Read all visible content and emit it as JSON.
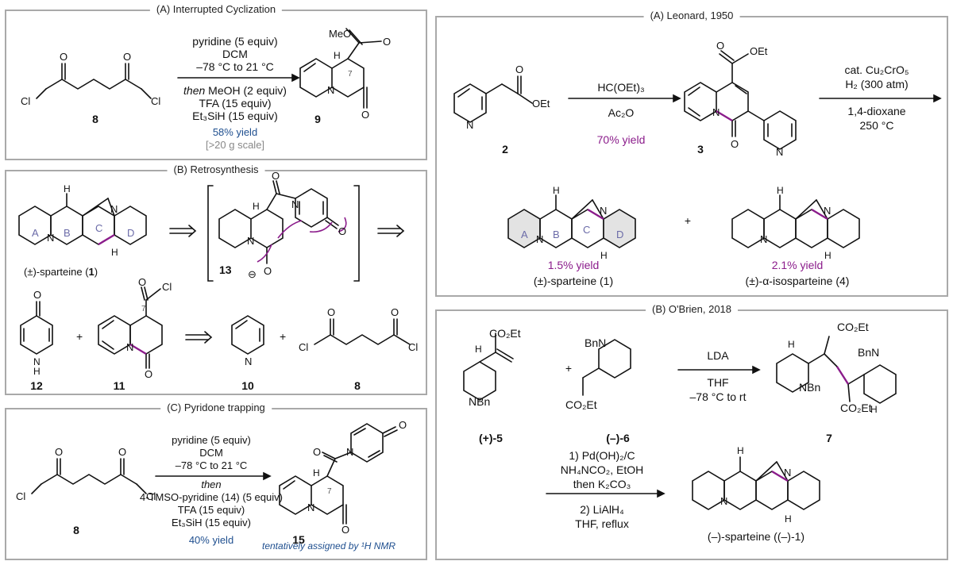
{
  "panel_a1": {
    "title": "(A) Interrupted Cyclization",
    "cond_1": "pyridine (5 equiv)",
    "cond_2": "DCM",
    "cond_3": "–78 °C to 21 °C",
    "cond_4_then": "then",
    "cond_4_rest": "MeOH (2 equiv)",
    "cond_5": "TFA (15 equiv)",
    "cond_6": "Et₃SiH (15 equiv)",
    "yield": "58% yield",
    "scale": "[>20 g scale]",
    "sm_label": "8",
    "product_label": "9",
    "ester": "MeO",
    "stereo": "7"
  },
  "panel_b1": {
    "title": "(B) Retrosynthesis",
    "target_name": "(±)-sparteine (",
    "target_num": "1",
    "target_close": ")",
    "ring_a": "A",
    "ring_b": "B",
    "ring_c": "C",
    "ring_d": "D",
    "intermediate": "13",
    "cpd_12": "12",
    "cpd_11": "11",
    "cpd_10": "10",
    "cpd_8": "8",
    "plus": "+",
    "stereo": "7"
  },
  "panel_c1": {
    "title": "(C) Pyridone trapping",
    "cond_1": "pyridine (5 equiv)",
    "cond_2": "DCM",
    "cond_3": "–78 °C to 21 °C",
    "cond_4": "then",
    "cond_5": "4-TMSO-pyridine (14) (5 equiv)",
    "cond_6": "TFA (15 equiv)",
    "cond_7": "Et₃SiH (15 equiv)",
    "yield": "40% yield",
    "note": "tentatively assigned by ¹H NMR",
    "sm_label": "8",
    "product_label": "15",
    "stereo": "7"
  },
  "panel_a2": {
    "title": "(A) Leonard, 1950",
    "reagent_top": "HC(OEt)₃",
    "reagent_bottom": "Ac₂O",
    "yield_1": "70% yield",
    "cond_1": "cat. Cu₂CrO₅",
    "cond_2": "H₂ (300 atm)",
    "cond_3": "1,4-dioxane",
    "cond_4": "250 °C",
    "cpd_2": "2",
    "cpd_3": "3",
    "oet": "OEt",
    "plus": "+",
    "yield_sparteine": "1.5% yield",
    "name_sparteine": "(±)-sparteine (1)",
    "yield_iso": "2.1% yield",
    "name_iso": "(±)-α-isosparteine (4)",
    "ring_a": "A",
    "ring_b": "B",
    "ring_c": "C",
    "ring_d": "D"
  },
  "panel_b2": {
    "title": "(B) O'Brien, 2018",
    "cpd_5": "(+)-5",
    "cpd_6": "(–)-6",
    "cpd_7": "7",
    "plus": "+",
    "reagent_1": "LDA",
    "reagent_2": "THF",
    "reagent_3": "–78 °C to rt",
    "step_1a": "1) Pd(OH)₂/C",
    "step_1b": "NH₄NCO₂, EtOH",
    "step_1c": "then K₂CO₃",
    "step_2a": "2) LiAlH₄",
    "step_2b": "THF, reflux",
    "product": "(–)-sparteine ((–)-1)",
    "co2et": "CO₂Et",
    "nbn": "NBn",
    "bnn": "BnN"
  },
  "colors": {
    "border": "#a9a9a9",
    "bond_highlight": "#8b1c8b",
    "yield_blue": "#1f4f8f",
    "ring_fill": "#e3e3e3",
    "ring_label": "#6b6ba8"
  }
}
